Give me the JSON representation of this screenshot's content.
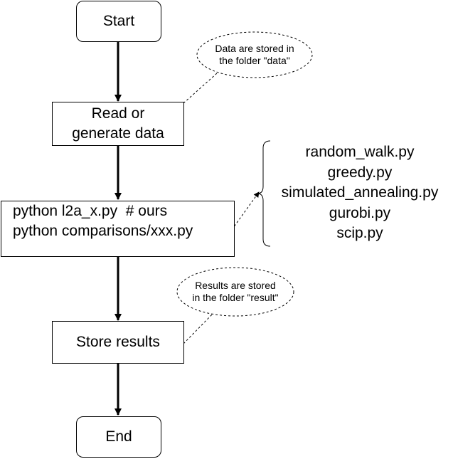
{
  "start": "Start",
  "read": [
    "Read or",
    "generate data"
  ],
  "run": [
    "python l2a_x.py  # ours",
    "python comparisons/xxx.py"
  ],
  "store": "Store results",
  "end": "End",
  "note_data": [
    "Data are stored in",
    "the folder \"data\""
  ],
  "note_result": [
    "Results are stored",
    "in the folder \"result\""
  ],
  "scripts": [
    "random_walk.py",
    "greedy.py",
    "simulated_annealing.py",
    "gurobi.py",
    "scip.py"
  ]
}
